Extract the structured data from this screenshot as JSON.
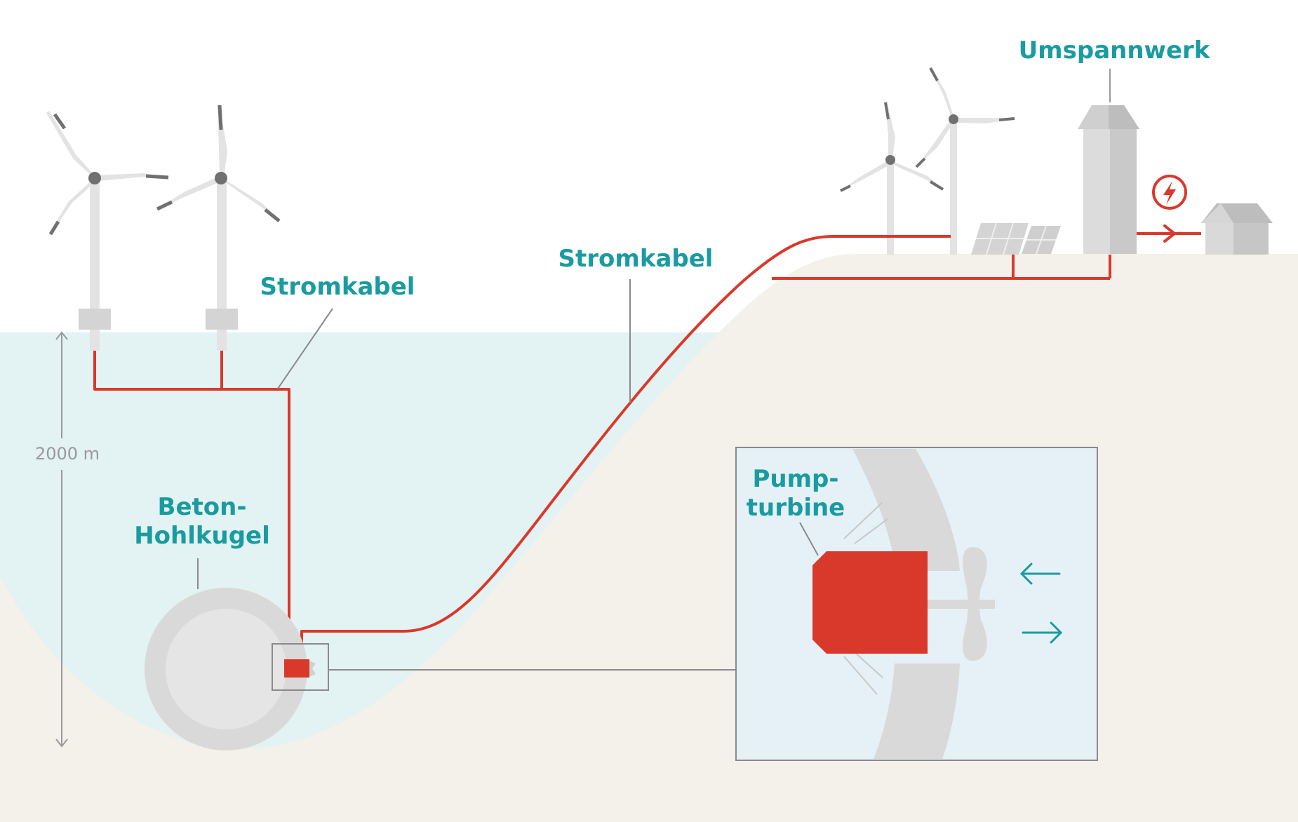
{
  "labels": {
    "stromkabel_left": "Stromkabel",
    "stromkabel_right": "Stromkabel",
    "umspannwerk": "Umspannwerk",
    "beton_line1": "Beton-",
    "beton_line2": "Hohlkugel",
    "pump_line1": "Pump-",
    "pump_line2": "turbine",
    "depth": "2000 m"
  },
  "colors": {
    "sky": "#ffffff",
    "water": "#e3f2f3",
    "ground": "#f4f0ea",
    "cable": "#d9392b",
    "accent_text": "#1a9ba0",
    "structure": "#d9d9d9",
    "structure_dark": "#bdbdbd",
    "inset_bg": "#e5f1f6"
  },
  "icons": [
    "wind-turbine-icon",
    "solar-panel-icon",
    "substation-icon",
    "lightning-icon",
    "house-icon",
    "arrow-left-icon",
    "arrow-right-icon"
  ]
}
